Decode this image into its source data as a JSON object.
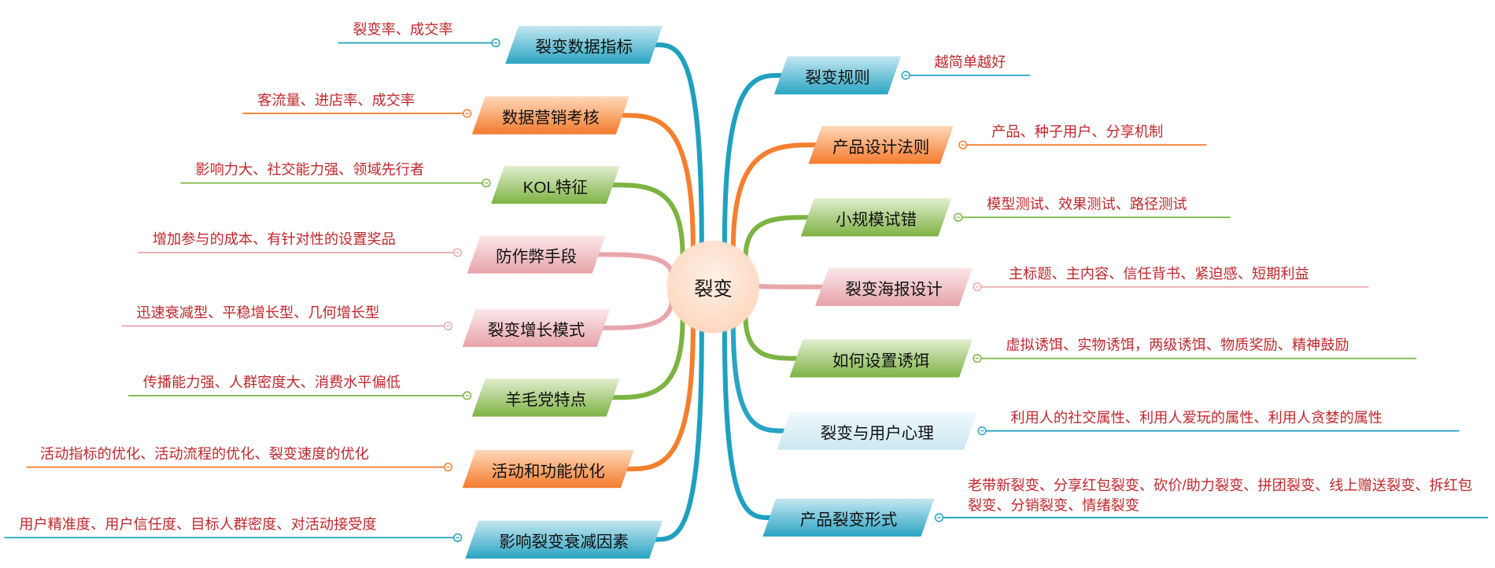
{
  "center": {
    "label": "裂变"
  },
  "colors": {
    "blue": "#1fa0bf",
    "orange": "#f47f2f",
    "green": "#7cb342",
    "pink": "#e8a6ac",
    "lightblue": "#2aa4c3",
    "subtext": "#c0282d"
  },
  "left_branches": [
    {
      "label": "裂变数据指标",
      "detail": "裂变率、成交率",
      "color": "blue"
    },
    {
      "label": "数据营销考核",
      "detail": "客流量、进店率、成交率",
      "color": "orange"
    },
    {
      "label": "KOL特征",
      "detail": "影响力大、社交能力强、领域先行者",
      "color": "green"
    },
    {
      "label": "防作弊手段",
      "detail": "增加参与的成本、有针对性的设置奖品",
      "color": "pink"
    },
    {
      "label": "裂变增长模式",
      "detail": "迅速衰减型、平稳增长型、几何增长型",
      "color": "pink"
    },
    {
      "label": "羊毛党特点",
      "detail": "传播能力强、人群密度大、消费水平偏低",
      "color": "green"
    },
    {
      "label": "活动和功能优化",
      "detail": "活动指标的优化、活动流程的优化、裂变速度的优化",
      "color": "orange"
    },
    {
      "label": "影响裂变衰减因素",
      "detail": "用户精准度、用户信任度、目标人群密度、对活动接受度",
      "color": "blue"
    }
  ],
  "right_branches": [
    {
      "label": "裂变规则",
      "detail": "越简单越好",
      "color": "blue"
    },
    {
      "label": "产品设计法则",
      "detail": "产品、种子用户、分享机制",
      "color": "orange"
    },
    {
      "label": "小规模试错",
      "detail": "模型测试、效果测试、路径测试",
      "color": "green"
    },
    {
      "label": "裂变海报设计",
      "detail": "主标题、主内容、信任背书、紧迫感、短期利益",
      "color": "pink"
    },
    {
      "label": "如何设置诱饵",
      "detail": "虚拟诱饵、实物诱饵，两级诱饵、物质奖励、精神鼓励",
      "color": "green"
    },
    {
      "label": "裂变与用户心理",
      "detail": "利用人的社交属性、利用人爱玩的属性、利用人贪婪的属性",
      "color": "lightblue"
    },
    {
      "label": "产品裂变形式",
      "detail": "老带新裂变、分享红包裂变、砍价/助力裂变、拼团裂变、线上赠送裂变、拆红包裂变、分销裂变、情绪裂变",
      "color": "blue"
    }
  ]
}
